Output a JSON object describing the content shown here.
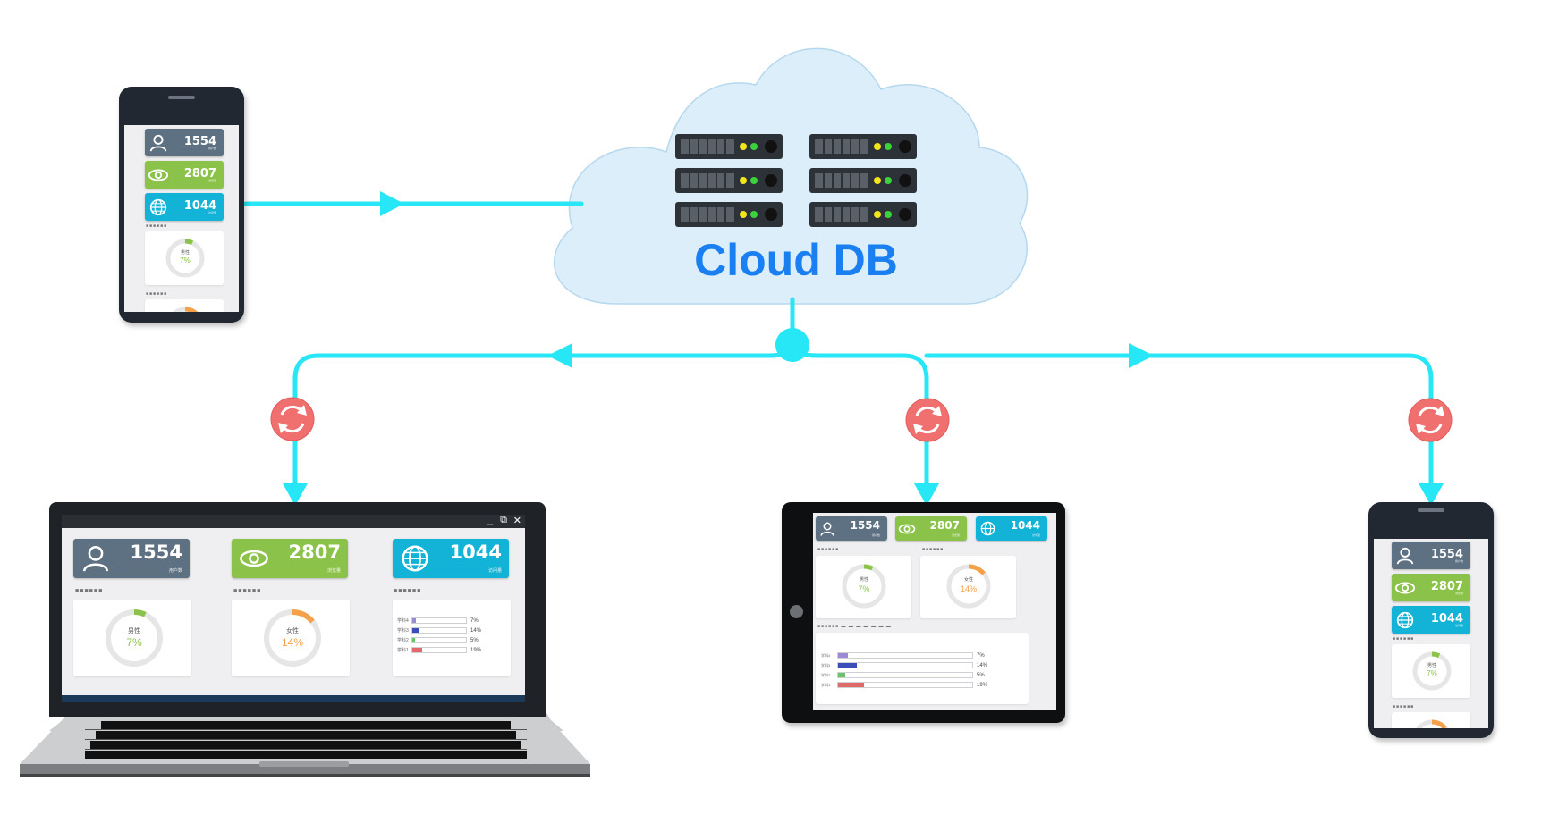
{
  "cloud": {
    "label": "Cloud DB"
  },
  "window_controls": {
    "min": "_",
    "restore": "⧉",
    "close": "✕"
  },
  "colors": {
    "connector": "#27e6f5",
    "sync_badge": "#f07070",
    "cloud_fill": "#dbeef9",
    "cloud_text": "#1a7ff0",
    "stat_users": "#5e7183",
    "stat_views": "#8bc34a",
    "stat_globe": "#12b3d6",
    "ring_male": "#8bc34a",
    "ring_female": "#f5a14a"
  },
  "stats": {
    "users": {
      "value": "1554",
      "label": "用户数",
      "icon": "user-icon"
    },
    "views": {
      "value": "2807",
      "label": "浏览量",
      "icon": "eye-icon"
    },
    "visits": {
      "value": "1044",
      "label": "访问量",
      "icon": "globe-icon"
    }
  },
  "section_marks": {
    "short": "■■■■■■",
    "long": "■■■■■■  ▬ ▬ ▬ ▬ ▬ ▬ ▬"
  },
  "rings": {
    "male": {
      "label": "男性",
      "pct": "7%",
      "value": 0.07
    },
    "female": {
      "label": "女性",
      "pct": "14%",
      "value": 0.14
    }
  },
  "bars": [
    {
      "label": "学科4",
      "pct": "7%",
      "value": 0.07,
      "color": "#9c8ad6"
    },
    {
      "label": "学科3",
      "pct": "14%",
      "value": 0.14,
      "color": "#3b4db8"
    },
    {
      "label": "学科2",
      "pct": "5%",
      "value": 0.05,
      "color": "#66c46a"
    },
    {
      "label": "学科1",
      "pct": "19%",
      "value": 0.19,
      "color": "#e06a6a"
    }
  ]
}
